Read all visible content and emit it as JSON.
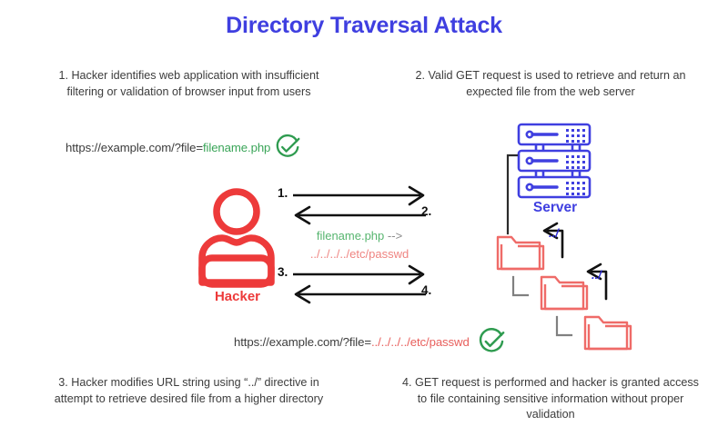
{
  "title": "Directory Traversal Attack",
  "colors": {
    "title_blue": "#3f3fe0",
    "server_blue": "#3f3fe0",
    "hacker_red": "#ed3a3a",
    "folder_red": "#ef6b68",
    "ok_green": "#2e9b4f",
    "path_red": "#ef8481",
    "text_gray": "#3c3c3c",
    "connector_gray": "#808080"
  },
  "captions": {
    "step1": "1. Hacker identifies web application with insufficient filtering or validation of browser input from users",
    "step2": "2. Valid GET request is used to retrieve and return an expected file from the web server",
    "step3": "3. Hacker modifies URL string using “../” directive in attempt to retrieve desired file from a higher directory",
    "step4": "4. GET request is performed and hacker is granted access to file containing sensitive information without proper validation"
  },
  "urls": {
    "valid": {
      "base": "https://example.com/?file=",
      "param": "filename.php",
      "status_icon": "check-circle-icon"
    },
    "malicious": {
      "base": "https://example.com/?file=",
      "param": "../../../../etc/passwd",
      "status_icon": "check-circle-icon"
    }
  },
  "actors": {
    "hacker": {
      "label": "Hacker",
      "icon": "user-person-icon"
    },
    "server": {
      "label": "Server",
      "icon": "server-rack-icon"
    }
  },
  "flow": {
    "arrows": [
      {
        "number": "1.",
        "direction": "right"
      },
      {
        "number": "2.",
        "direction": "left"
      },
      {
        "number": "3.",
        "direction": "right"
      },
      {
        "number": "4.",
        "direction": "left"
      }
    ],
    "payload": {
      "file": "filename.php",
      "arrow": "-->",
      "traversal": "../../../../etc/passwd"
    }
  },
  "filesystem": {
    "traversal_label": "../",
    "folders": [
      {
        "name": "folder-level-1",
        "icon": "folder-icon"
      },
      {
        "name": "folder-level-2",
        "icon": "folder-icon"
      },
      {
        "name": "folder-level-3",
        "icon": "folder-icon"
      }
    ]
  }
}
